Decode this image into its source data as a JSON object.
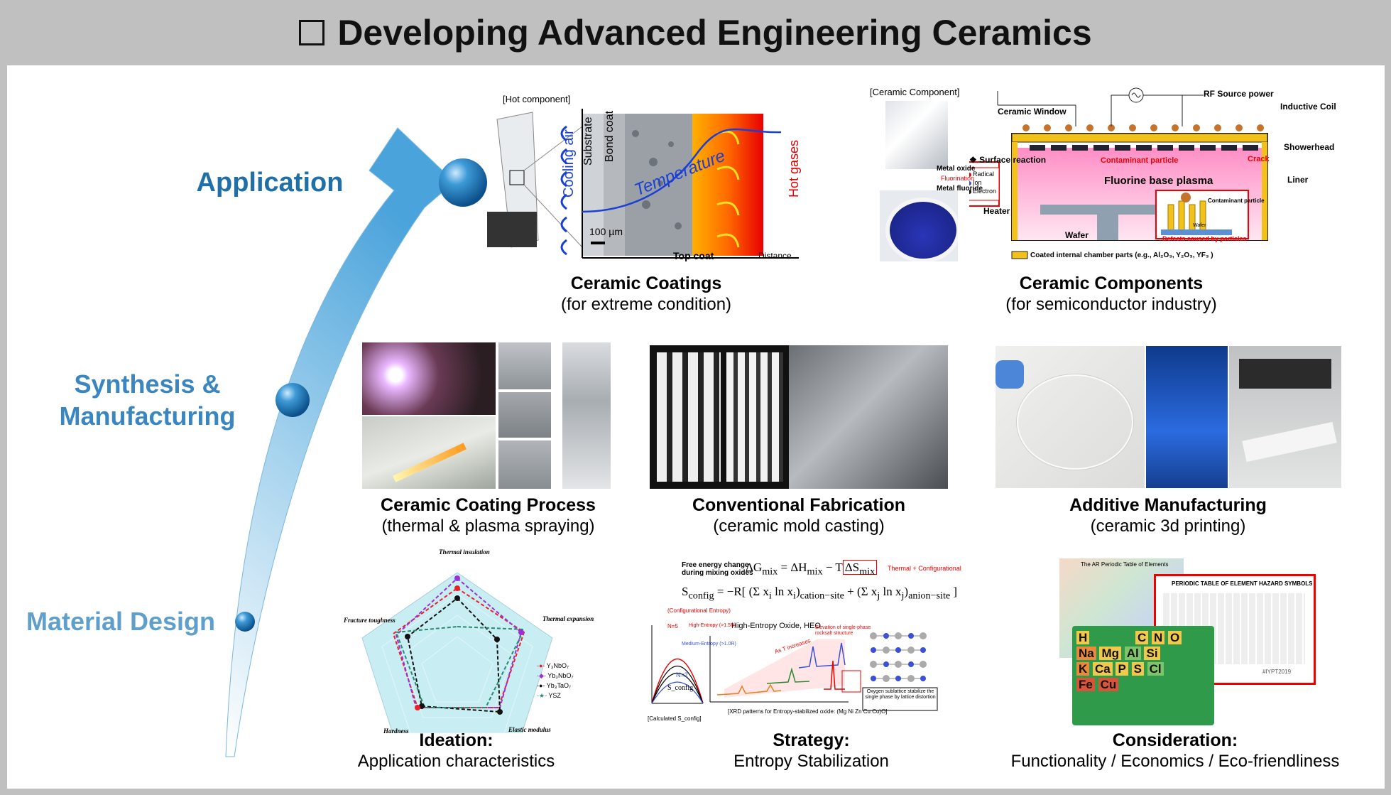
{
  "title": "Developing Advanced Engineering Ceramics",
  "stages": {
    "application": "Application",
    "synthesis_l1": "Synthesis &",
    "synthesis_l2": "Manufacturing",
    "material_design": "Material Design"
  },
  "colors": {
    "application": "#1f6fa8",
    "synthesis": "#3a86c0",
    "design": "#5f9fcc"
  },
  "coatings": {
    "hot_component": "[Hot component]",
    "cooling_air": "Cooling air",
    "substrate": "Substrate",
    "bond_coat": "Bond coat",
    "temperature": "Temperature",
    "hot_gases": "Hot gases",
    "scale": "100 µm",
    "top_coat": "Top coat",
    "distance": "Distance",
    "caption_title": "Ceramic Coatings",
    "caption_sub": "(for extreme condition)"
  },
  "components": {
    "ceramic_component": "[Ceramic Component]",
    "rf_source": "RF Source power",
    "ceramic_window": "Ceramic Window",
    "inductive_coil": "Inductive Coil",
    "showerhead": "Showerhead",
    "surface_reaction": "❖ Surface reaction",
    "metal_oxide": "Metal oxide",
    "fluorination": "Fluorination",
    "metal_fluoride": "Metal fluoride",
    "radical": "Radical",
    "ion": "Ion",
    "electron": "Electron",
    "contaminant_particle": "Contaminant particle",
    "crack": "Crack",
    "plasma": "Fluorine base plasma",
    "liner": "Liner",
    "heater": "Heater",
    "wafer": "Wafer",
    "contaminant_particle2": "Contaminant particle",
    "wafer_small": "Wafer",
    "defects": "Defects caused by particles",
    "coated_parts": "Coated internal chamber parts (e.g., Al₂O₃, Y₂O₃, YF₃ )",
    "caption_title": "Ceramic Components",
    "caption_sub": "(for semiconductor industry)"
  },
  "process": {
    "caption_title": "Ceramic Coating Process",
    "caption_sub": "(thermal & plasma spraying)"
  },
  "conventional": {
    "caption_title": "Conventional Fabrication",
    "caption_sub": "(ceramic mold casting)"
  },
  "additive": {
    "caption_title": "Additive Manufacturing",
    "caption_sub": "(ceramic 3d printing)"
  },
  "ideation": {
    "axes": [
      "Thermal insulation",
      "Thermal expansion",
      "Elastic modulus",
      "Hardness",
      "Fracture toughness"
    ],
    "legend": [
      "Y₃NbO₇",
      "Yb₃NbO₇",
      "Yb₃TaO₇",
      "YSZ"
    ],
    "legend_colors": [
      "#e8202a",
      "#9b30d9",
      "#111111",
      "#2a8a70"
    ],
    "caption_title": "Ideation:",
    "caption_sub": "Application characteristics"
  },
  "strategy": {
    "free_energy": "Free energy change during mixing oxides",
    "thermal_config": "Thermal + Configurational",
    "config_entropy": "(Configurational Entropy)",
    "heo": "High-Entropy Oxide, HEO",
    "high_entropy": "High-Entropy (>1.5R)",
    "medium_entropy": "Medium-Entropy (>1.0R)",
    "n5": "N=5",
    "n2": "N=2",
    "s_config": "S_config",
    "calc": "[Calculated S_config]",
    "as_t": "As T increases",
    "elevation": "Elevation of single-phase rocksalt structure",
    "xrd": "[XRD patterns for Entropy-stabilized oxide: (Mg Ni Zn Cu Co)O]",
    "oxygen": "Oxygen sublattice stabilize the single phase by lattice distortion",
    "caption_title": "Strategy:",
    "caption_sub": "Entropy Stabilization"
  },
  "consideration": {
    "ar_table": "The AR Periodic Table of Elements",
    "hazard": "PERIODIC TABLE OF ELEMENT HAZARD SYMBOLS",
    "iypt": "#IYPT2019",
    "elements": [
      "H",
      "Na",
      "Mg",
      "Al",
      "Si",
      "C",
      "N",
      "O",
      "K",
      "Ca",
      "P",
      "S",
      "Cl",
      "Fe",
      "Cu"
    ],
    "caption_title": "Consideration:",
    "caption_sub": "Functionality / Economics / Eco-friendliness"
  }
}
